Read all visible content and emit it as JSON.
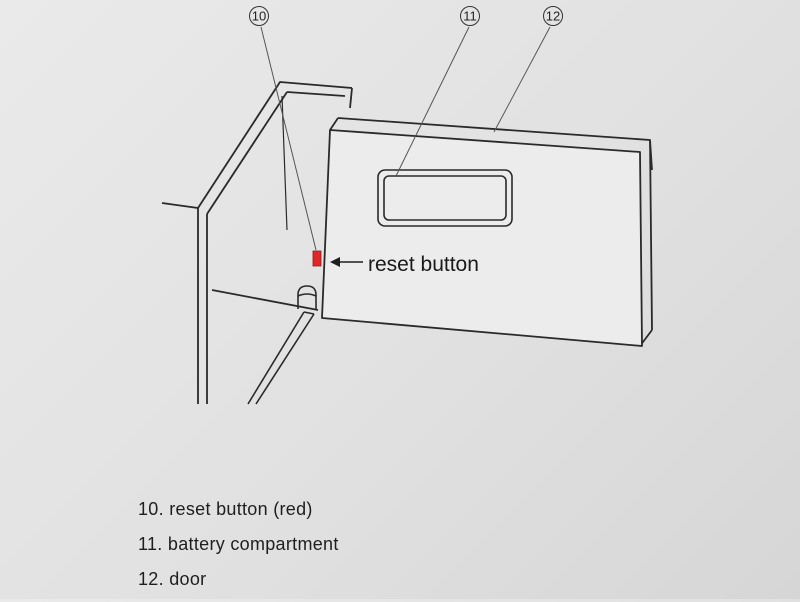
{
  "callouts": {
    "c10": "10",
    "c11": "11",
    "c12": "12"
  },
  "labels": {
    "reset_button": "reset button"
  },
  "legend": [
    {
      "number": "10.",
      "text": "reset button (red)"
    },
    {
      "number": "11.",
      "text": "battery compartment"
    },
    {
      "number": "12.",
      "text": "door"
    }
  ],
  "colors": {
    "reset_button": "#e0282a",
    "line": "#2a2a2a"
  }
}
